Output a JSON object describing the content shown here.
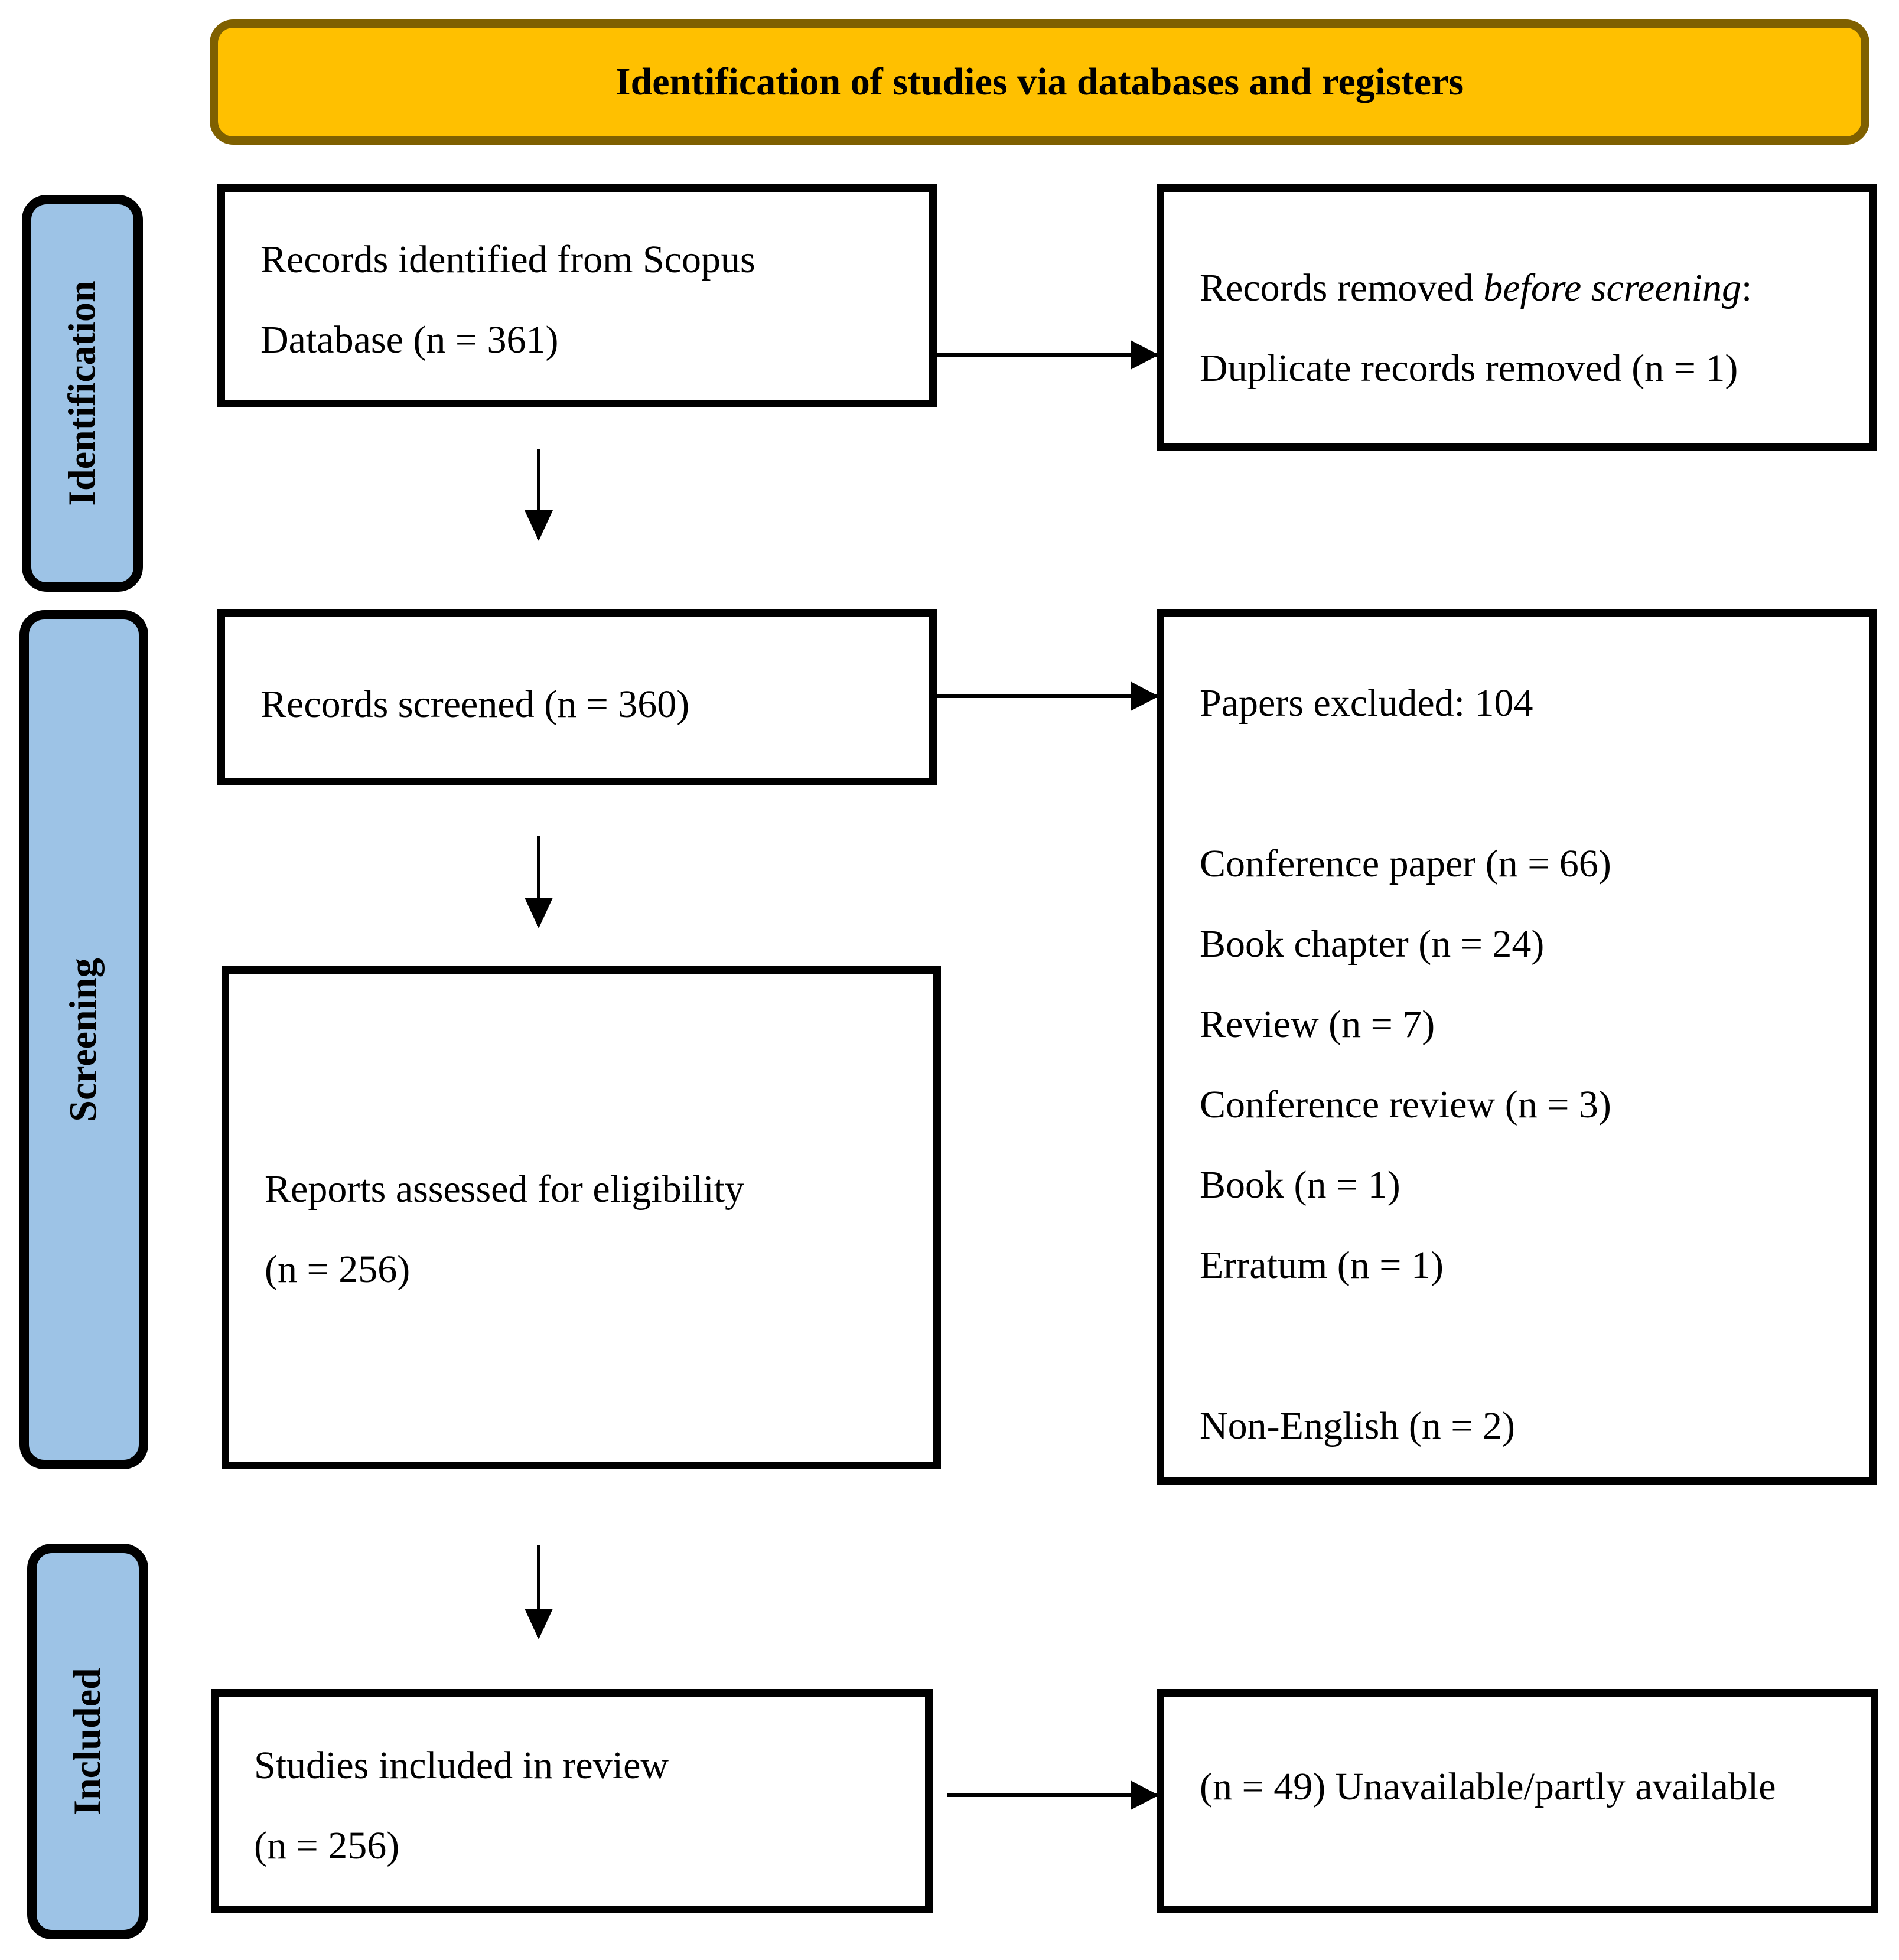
{
  "colors": {
    "header_fill": "#ffc000",
    "header_border": "#7f6000",
    "phase_fill": "#9dc3e6",
    "box_border": "#000000"
  },
  "header": {
    "title": "Identification of studies via databases and registers"
  },
  "phases": {
    "identification": "Identification",
    "screening": "Screening",
    "included": "Included"
  },
  "boxes": {
    "records_identified": {
      "line1": "Records identified from Scopus",
      "line2": "Database (n = 361)"
    },
    "records_removed": {
      "line1_prefix": "Records removed ",
      "line1_italic": "before screening",
      "line1_suffix": ":",
      "line2": "Duplicate records removed (n = 1)"
    },
    "records_screened": {
      "line1": "Records screened (n = 360)"
    },
    "papers_excluded": {
      "title": "Papers excluded: 104",
      "items": [
        "Conference paper (n = 66)",
        "Book chapter (n = 24)",
        "Review (n = 7)",
        "Conference review (n = 3)",
        "Book (n = 1)",
        "Erratum (n = 1)"
      ],
      "last_item": "Non-English (n = 2)"
    },
    "reports_assessed": {
      "line1": "Reports assessed for eligibility",
      "line2": "(n = 256)"
    },
    "studies_included": {
      "line1": "Studies included in review",
      "line2": "(n = 256)"
    },
    "unavailable": {
      "line1": "(n = 49) Unavailable/partly available"
    }
  }
}
